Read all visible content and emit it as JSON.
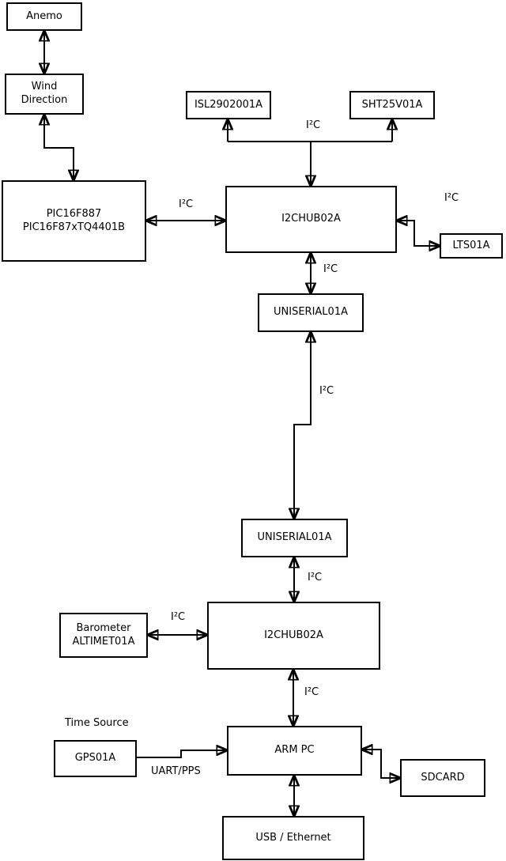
{
  "diagram": {
    "nodes": {
      "anemo": {
        "label": "Anemo"
      },
      "wind_direction": {
        "line1": "Wind",
        "line2": "Direction"
      },
      "pic": {
        "line1": "PIC16F887",
        "line2": "PIC16F87xTQ4401B"
      },
      "isl": {
        "label": "ISL2902001A"
      },
      "sht": {
        "label": "SHT25V01A"
      },
      "i2chub_top": {
        "label": "I2CHUB02A"
      },
      "lts": {
        "label": "LTS01A"
      },
      "uniserial_top": {
        "label": "UNISERIAL01A"
      },
      "uniserial_bottom": {
        "label": "UNISERIAL01A"
      },
      "i2chub_bottom": {
        "label": "I2CHUB02A"
      },
      "barometer": {
        "line1": "Barometer",
        "line2": "ALTIMET01A"
      },
      "gps": {
        "label": "GPS01A"
      },
      "arm_pc": {
        "label": "ARM PC"
      },
      "sdcard": {
        "label": "SDCARD"
      },
      "usb_ethernet": {
        "label": "USB / Ethernet"
      }
    },
    "edge_labels": {
      "i2c": "I²C",
      "time_source": "Time Source",
      "uart_pps": "UART/PPS"
    },
    "colors": {
      "line": "#000000",
      "box_border": "#000000",
      "box_fill": "#ffffff",
      "background": "#ffffff",
      "text": "#000000"
    }
  }
}
